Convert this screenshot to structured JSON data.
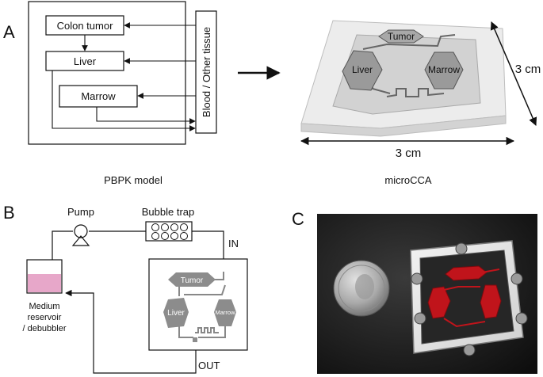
{
  "panels": {
    "a": "A",
    "b": "B",
    "c": "C"
  },
  "panel_a": {
    "left_caption": "PBPK model",
    "right_caption": "microCCA",
    "boxes": {
      "colon_tumor": "Colon tumor",
      "liver": "Liver",
      "marrow": "Marrow",
      "blood": "Blood / Other tissue"
    },
    "chip": {
      "tumor": "Tumor",
      "liver": "Liver",
      "marrow": "Marrow",
      "dim_side": "3 cm",
      "dim_bottom": "3 cm"
    }
  },
  "panel_b": {
    "pump": "Pump",
    "bubble_trap": "Bubble trap",
    "in": "IN",
    "out": "OUT",
    "reservoir_lines": [
      "Medium",
      "reservoir",
      "/ debubbler"
    ],
    "chip": {
      "tumor": "Tumor",
      "liver": "Liver",
      "marrow": "Marrow"
    }
  },
  "colors": {
    "line": "#111111",
    "chip_gray": "#8c8c8c",
    "reservoir_fill": "#e7a7c9",
    "device_red": "#c0141b"
  }
}
